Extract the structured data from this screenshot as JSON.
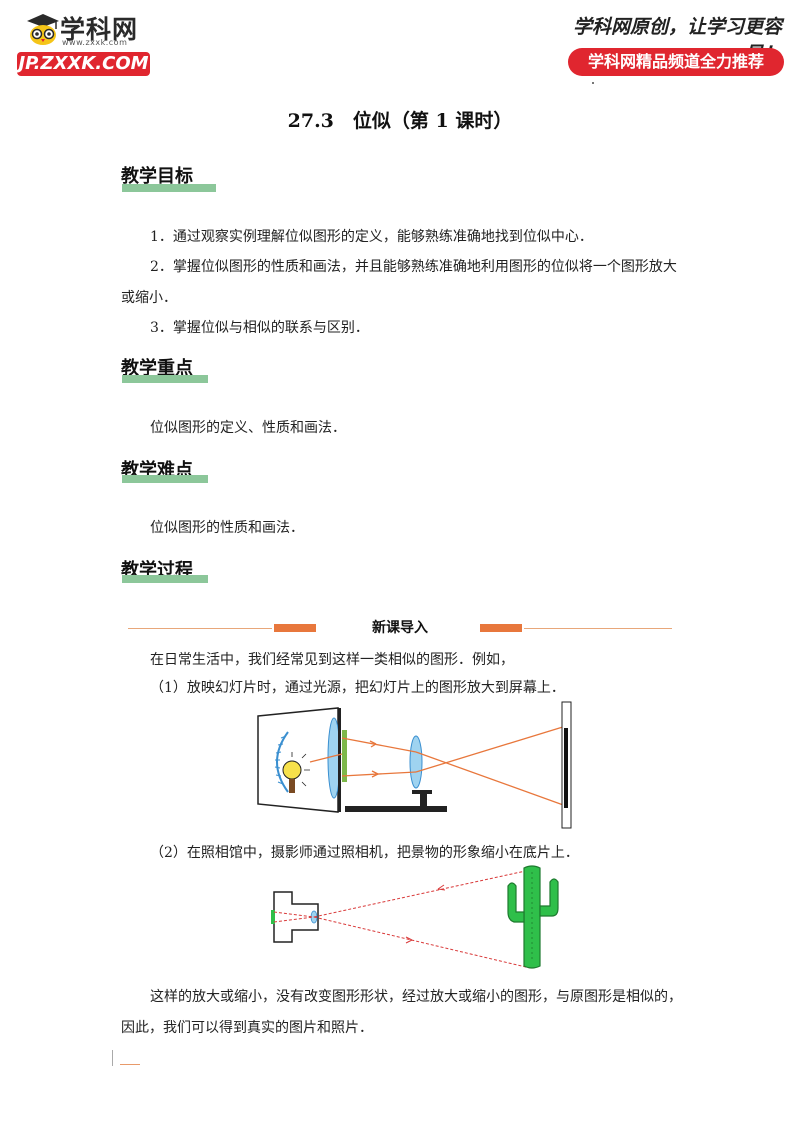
{
  "header": {
    "brand": "学科网",
    "url_small": "www.zxxk.com",
    "domain": "JP.ZXXK.COM",
    "slogan": "学科网原创，让学习更容易！",
    "recommend": "学科网精品频道全力推荐"
  },
  "title": "27.3　位似（第 1 课时）",
  "sections": {
    "goals": {
      "heading": "教学目标",
      "items": [
        "1．通过观察实例理解位似图形的定义，能够熟练准确地找到位似中心．",
        "2．掌握位似图形的性质和画法，并且能够熟练准确地利用图形的位似将一个图形放大",
        "或缩小．",
        "3．掌握位似与相似的联系与区别．"
      ]
    },
    "key_points": {
      "heading": "教学重点",
      "text": "位似图形的定义、性质和画法．"
    },
    "difficulties": {
      "heading": "教学难点",
      "text": "位似图形的性质和画法．"
    },
    "process": {
      "heading": "教学过程"
    }
  },
  "intro": {
    "divider_title": "新课导入",
    "lead": "在日常生活中，我们经常见到这样一类相似的图形．例如，",
    "example1": "（1）放映幻灯片时，通过光源，把幻灯片上的图形放大到屏幕上．",
    "example2": "（2）在照相馆中，摄影师通过照相机，把景物的形象缩小在底片上．",
    "conclusion_line1": "这样的放大或缩小，没有改变图形形状，经过放大或缩小的图形，与原图形是相似的，",
    "conclusion_line2": "因此，我们可以得到真实的图片和照片．"
  },
  "colors": {
    "brand_red": "#e0262f",
    "heading_bar": "#8cc79a",
    "divider_orange": "#e8773c",
    "ray_orange": "#e8773c",
    "ray_red": "#d93a3a",
    "cactus_green": "#2fbf4a",
    "lens_blue": "#9fd3f0"
  }
}
